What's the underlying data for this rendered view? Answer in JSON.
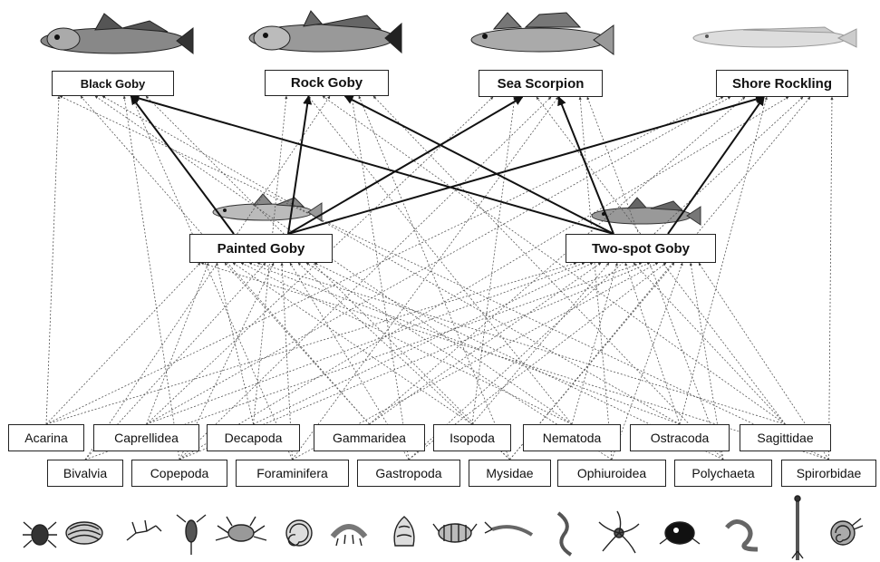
{
  "top_predators": [
    {
      "id": "black_goby",
      "label": "Black Goby"
    },
    {
      "id": "rock_goby",
      "label": "Rock Goby"
    },
    {
      "id": "sea_scorpion",
      "label": "Sea Scorpion"
    },
    {
      "id": "shore_rockling",
      "label": "Shore Rockling"
    }
  ],
  "intermediate_predators": [
    {
      "id": "painted_goby",
      "label": "Painted Goby"
    },
    {
      "id": "two_spot_goby",
      "label": "Two-spot Goby"
    }
  ],
  "prey_row_upper": [
    {
      "id": "acarina",
      "label": "Acarina"
    },
    {
      "id": "caprellidea",
      "label": "Caprellidea"
    },
    {
      "id": "decapoda",
      "label": "Decapoda"
    },
    {
      "id": "gammaridea",
      "label": "Gammaridea"
    },
    {
      "id": "isopoda",
      "label": "Isopoda"
    },
    {
      "id": "nematoda",
      "label": "Nematoda"
    },
    {
      "id": "ostracoda",
      "label": "Ostracoda"
    },
    {
      "id": "sagittidae",
      "label": "Sagittidae"
    }
  ],
  "prey_row_lower": [
    {
      "id": "bivalvia",
      "label": "Bivalvia"
    },
    {
      "id": "copepoda",
      "label": "Copepoda"
    },
    {
      "id": "foraminifera",
      "label": "Foraminifera"
    },
    {
      "id": "gastropoda",
      "label": "Gastropoda"
    },
    {
      "id": "mysidae",
      "label": "Mysidae"
    },
    {
      "id": "ophiuroidea",
      "label": "Ophiuroidea"
    },
    {
      "id": "polychaeta",
      "label": "Polychaeta"
    },
    {
      "id": "spirorbidae",
      "label": "Spirorbidae"
    }
  ],
  "strong_links": [
    [
      "painted_goby",
      "black_goby"
    ],
    [
      "painted_goby",
      "rock_goby"
    ],
    [
      "painted_goby",
      "sea_scorpion"
    ],
    [
      "painted_goby",
      "shore_rockling"
    ],
    [
      "two_spot_goby",
      "black_goby"
    ],
    [
      "two_spot_goby",
      "rock_goby"
    ],
    [
      "two_spot_goby",
      "sea_scorpion"
    ],
    [
      "two_spot_goby",
      "shore_rockling"
    ]
  ],
  "fish_illustrations": [
    "black-goby-drawing",
    "rock-goby-drawing",
    "sea-scorpion-drawing",
    "shore-rockling-drawing",
    "painted-goby-drawing",
    "two-spot-goby-drawing"
  ],
  "invertebrate_illustrations": [
    "mite",
    "bivalve-shell",
    "caprellid",
    "copepod",
    "crab",
    "foraminifer",
    "amphipod",
    "snail-shell",
    "isopod",
    "mysid",
    "nematode-worm",
    "brittle-star",
    "ostracod",
    "polychaete-worm",
    "arrow-worm",
    "spiral-tube-worm"
  ],
  "colors": {
    "box_border": "#222222",
    "strong_link": "#111111",
    "weak_link": "#555555",
    "background": "#ffffff"
  }
}
